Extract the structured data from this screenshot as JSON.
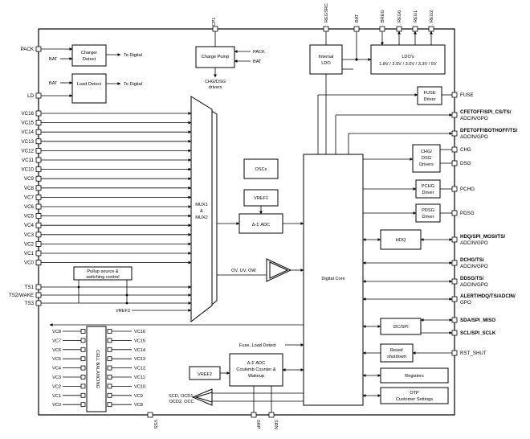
{
  "pins_top": [
    "CP1",
    "REGSRC",
    "BAT",
    "BREG",
    "REG0",
    "REG1",
    "REG2"
  ],
  "pins_left": {
    "pack": "PACK",
    "ld": "LD",
    "vc": [
      "VC16",
      "VC15",
      "VC14",
      "VC13",
      "VC12",
      "VC11",
      "VC10",
      "VC9",
      "VC8",
      "VC7",
      "VC6",
      "VC5",
      "VC4",
      "VC3",
      "VC2",
      "VC1",
      "VC0"
    ],
    "ts1": "TS1",
    "ts2": "TS2/WAKE",
    "ts3": "TS3"
  },
  "pins_bottom": [
    "VSS",
    "SRP",
    "SRN"
  ],
  "pins_right": {
    "fuse": "FUSE",
    "cfetoff": [
      "CFETOFF/SPI_CS/TS/",
      "ADCIN/GPO"
    ],
    "dfetoff": [
      "DFETOFF/BOTHOFF/TS/",
      "ADCIN/GPO"
    ],
    "chg": "CHG",
    "dsg": "DSG",
    "pchg": "PCHG",
    "pdsg": "PDSG",
    "hdq": [
      "HDQ/SPI_MOSI/TS/",
      "ADCIN/GPO"
    ],
    "dchg": [
      "DCHG/TS/",
      "ADCIN/GPO"
    ],
    "ddsg": [
      "DDSG/TS/",
      "ADCIN/GPO"
    ],
    "alert": [
      "ALERT/HDQ/TS/ADCIN/",
      "GPO"
    ],
    "sda": "SDA/SPI_MISO",
    "scl": "SCL/SPI_SCLK",
    "rst": "RST_SHUT"
  },
  "blocks": {
    "charger_detect": [
      "Charger",
      "Detect"
    ],
    "to_digital_1": "To Digital",
    "bat_1": "BAT",
    "load_detect": "Load Detect",
    "bat_2": "BAT",
    "to_digital_2": "To Digital",
    "charge_pump": "Charge Pump",
    "cp_pack": "PACK",
    "cp_bat": "BAT",
    "chg_dsg_drivers_label": [
      "CHG/DSG",
      "drivers"
    ],
    "internal_ldo": [
      "Internal",
      "LDO"
    ],
    "ldos": [
      "LDO's",
      "1.8V / 2.5V / 3.0V / 3.3V / 5V"
    ],
    "fuse_driver": [
      "FUSE",
      "Driver"
    ],
    "oscs": "OSCs",
    "vref1": "VREF1",
    "adc": "Δ-Σ ADC",
    "mux": [
      "MUX1",
      "&",
      "MUX2"
    ],
    "ov_uv_ow": "OV, UV, OW",
    "pullup": [
      "Pullup source &",
      "switching control"
    ],
    "vref2_mux": "VREF2",
    "digital_core": "Digital Core",
    "chg_dsg_drivers": [
      "CHG/",
      "DSG",
      "Drivers"
    ],
    "pchg_driver": [
      "PCHG",
      "Driver"
    ],
    "pdsg_driver": [
      "PDSG",
      "Driver"
    ],
    "hdq_block": "HDQ",
    "i2c_spi": "I2C/SPI",
    "reset": [
      "Reset/",
      "shutdown"
    ],
    "registers": "Registers",
    "otp": [
      "OTP",
      "Customer Settings"
    ],
    "cell_balancing": "CELL BALANCING",
    "cb_left": [
      "VC8",
      "VC7",
      "VC6",
      "VC5",
      "VC4",
      "VC3",
      "VC2",
      "VC1",
      "VC0"
    ],
    "cb_right": [
      "VC16",
      "VC15",
      "VC14",
      "VC13",
      "VC12",
      "VC11",
      "VC10",
      "VC9",
      "VC8"
    ],
    "vref2_cc": "VREF2",
    "cc_adc": [
      "Δ-Σ ADC",
      "Coulomb Counter &",
      "Wakeup"
    ],
    "fuse_load_detect": "Fuse, Load Detect",
    "scd_occ": [
      "SCD, OCD1,",
      "OCD2, OCC"
    ]
  }
}
